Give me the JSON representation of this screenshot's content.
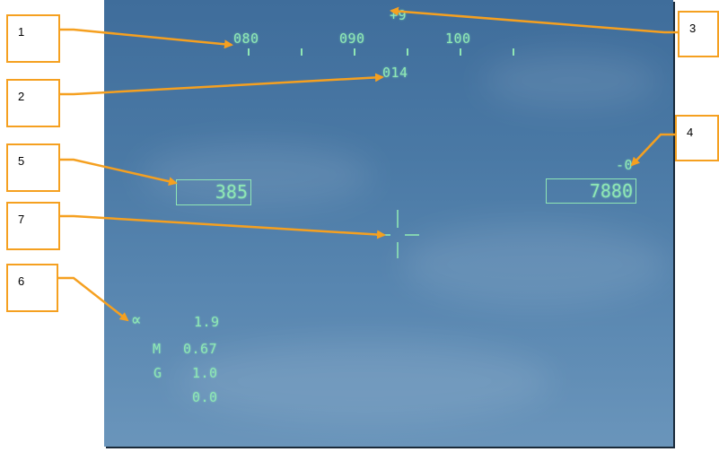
{
  "heading_tape": {
    "labels": [
      "080",
      "090",
      "100"
    ]
  },
  "bank_indicator": "+9",
  "heading_readout": "014",
  "airspeed": "385",
  "altitude": "7880",
  "vertical_velocity": "-0",
  "flight_data": {
    "alpha_symbol": "∝",
    "alpha_value": "1.9",
    "mach_label": "M",
    "mach_value": "0.67",
    "g_label": "G",
    "g_value": "1.0",
    "extra_value": "0.0"
  },
  "callouts": [
    "1",
    "2",
    "3",
    "4",
    "5",
    "6",
    "7"
  ],
  "colors": {
    "hud_symbology": "#8fe6b4",
    "callout_border": "#f5a020",
    "sky": "#4a79a5"
  }
}
